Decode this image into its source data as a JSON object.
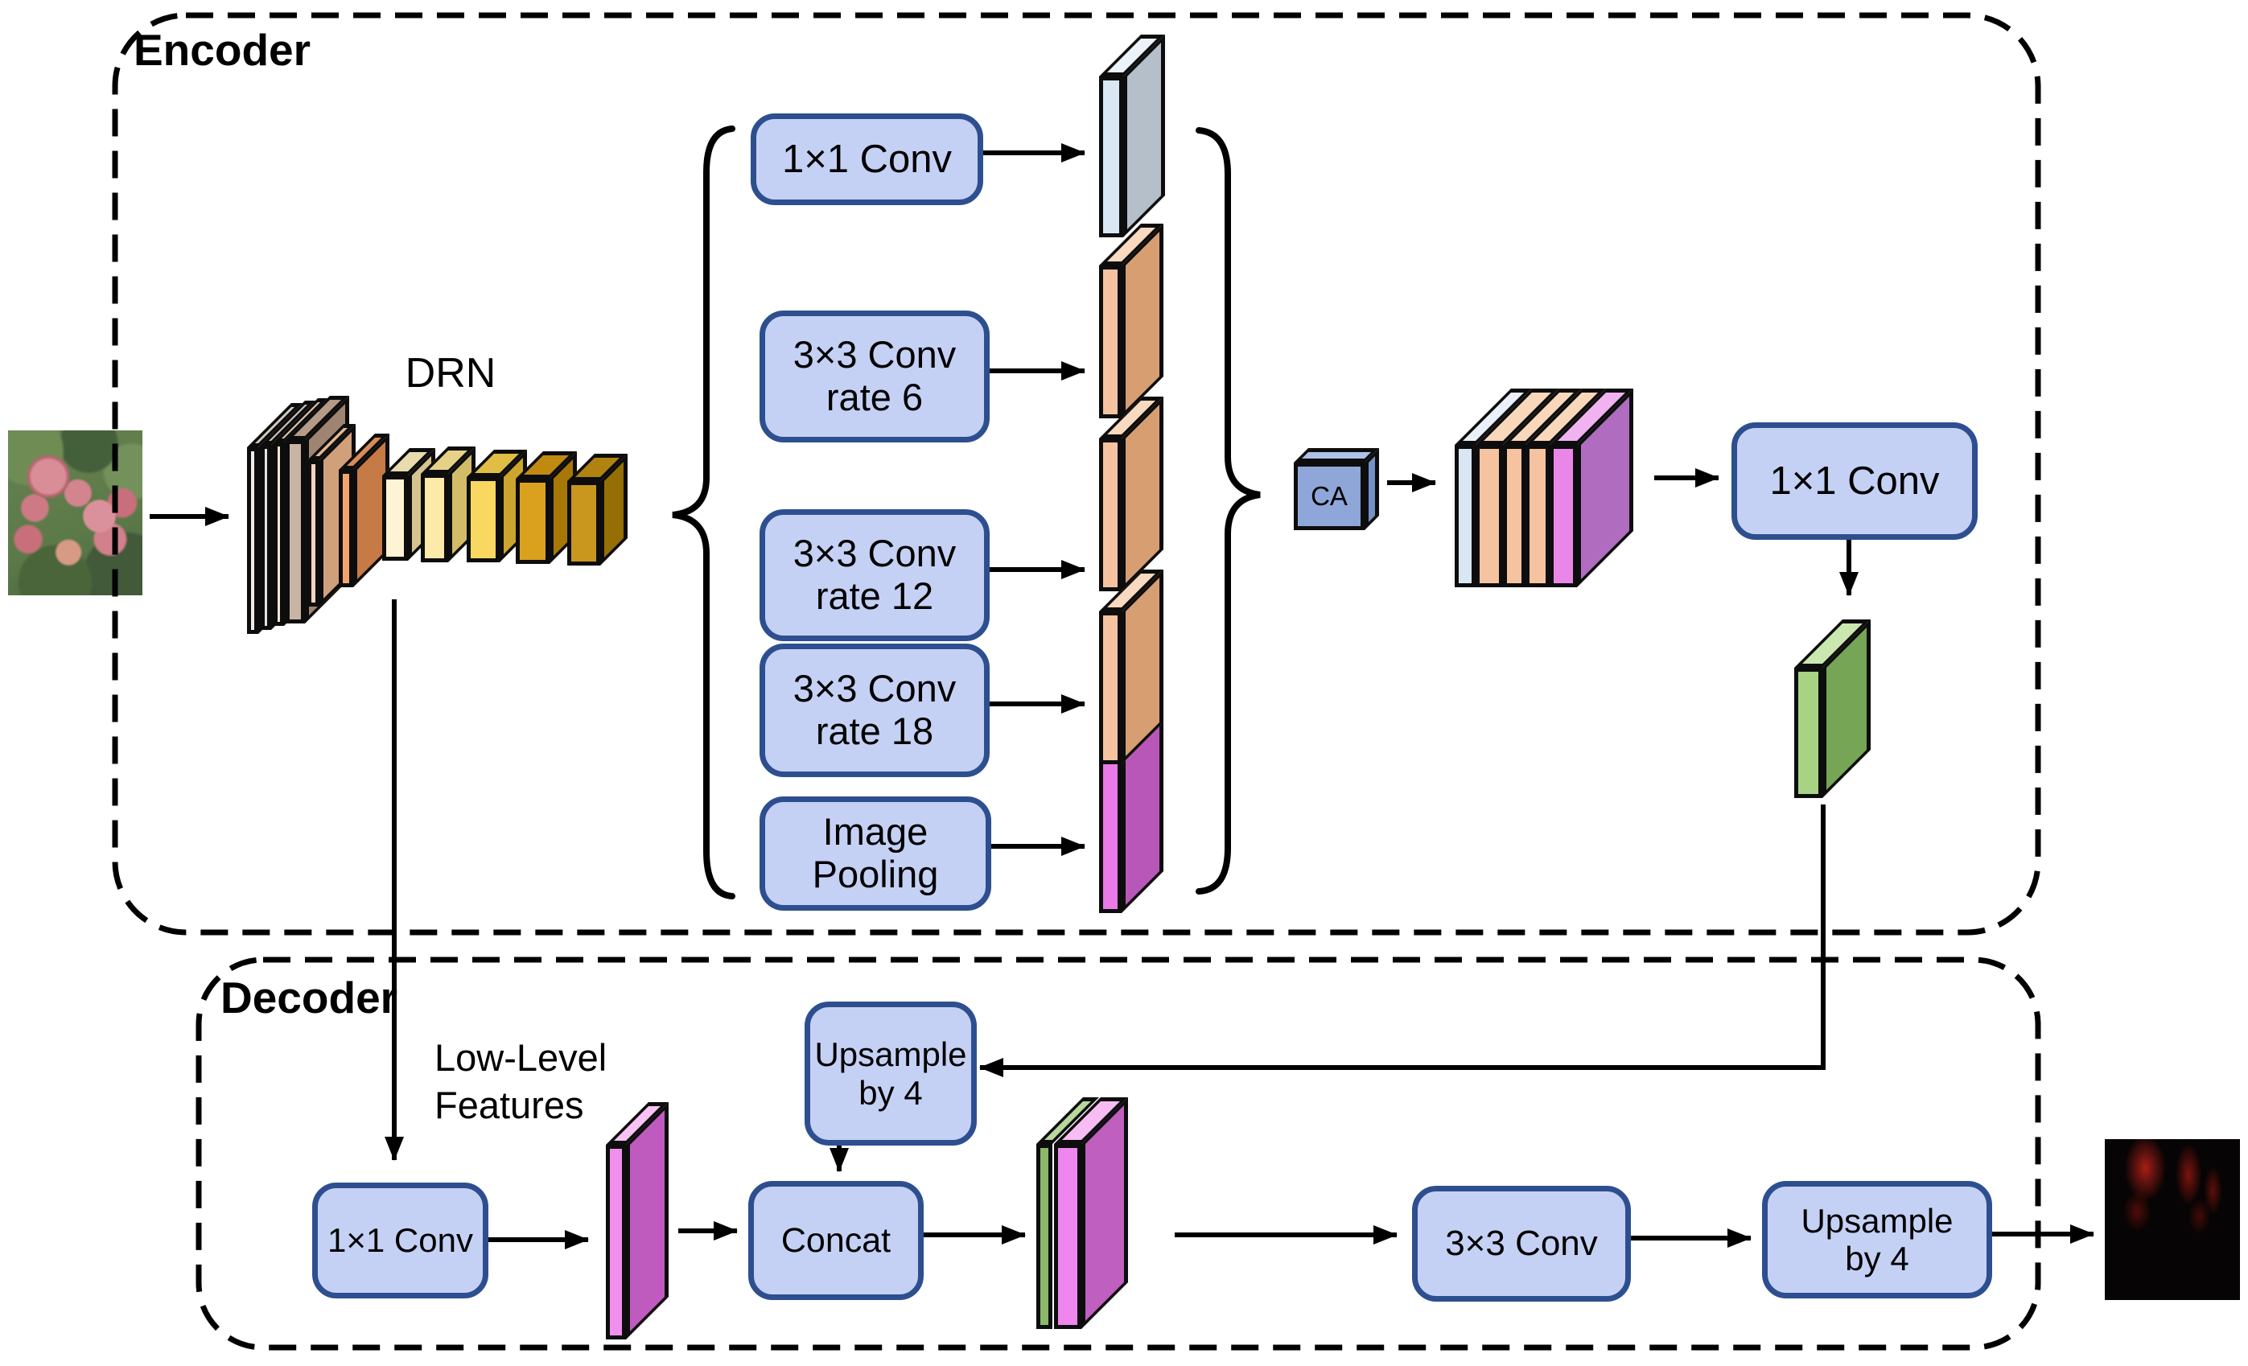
{
  "sections": {
    "encoder": "Encoder",
    "decoder": "Decoder"
  },
  "encoder": {
    "backbone_label": "DRN",
    "aspp": [
      {
        "line1": "1×1 Conv"
      },
      {
        "line1": "3×3 Conv",
        "line2": "rate 6"
      },
      {
        "line1": "3×3 Conv",
        "line2": "rate 12"
      },
      {
        "line1": "3×3 Conv",
        "line2": "rate 18"
      },
      {
        "line1": "Image",
        "line2": "Pooling"
      }
    ],
    "attention_label": "CA",
    "projection_label": "1×1 Conv"
  },
  "decoder": {
    "low_level": {
      "line1": "Low-Level",
      "line2": "Features"
    },
    "reduce_label": "1×1 Conv",
    "upsample_mid": {
      "line1": "Upsample",
      "line2": "by 4"
    },
    "concat_label": "Concat",
    "refine_label": "3×3 Conv",
    "upsample_out": {
      "line1": "Upsample",
      "line2": "by 4"
    }
  },
  "colors": {
    "node_fill": "#c5d1f4",
    "node_border": "#2e4f8f",
    "outline": "#0d0d0d",
    "feature_blue": "#d9e6f4",
    "feature_orange": "#f5c39f",
    "feature_magenta": "#ea7ae8",
    "feature_green": "#a8d284",
    "attention_cube": "#8ea7d8",
    "drn_palette": [
      "#f1ede8",
      "#e4e1e0",
      "#fce4d4",
      "#cab4a5",
      "#f9d3b7",
      "#f1a470",
      "#fdf4d5",
      "#fbeaaa",
      "#f8d860",
      "#daa11f",
      "#c9971d"
    ]
  }
}
